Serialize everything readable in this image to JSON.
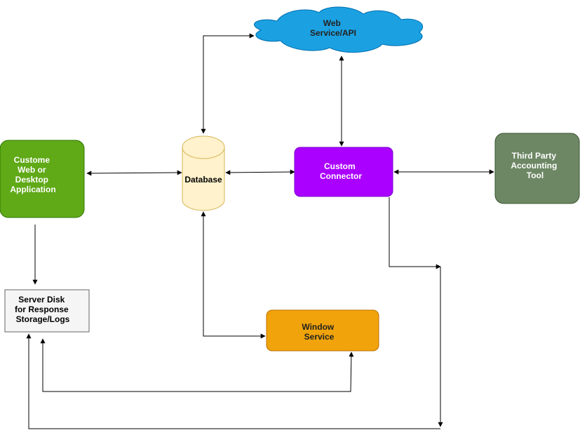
{
  "nodes": {
    "web_service": {
      "lines": [
        "Web",
        "Service/API"
      ],
      "fill": "#1ba1e2",
      "stroke": "#006eaf",
      "text_color": "#222222"
    },
    "custom_app": {
      "lines": [
        "Custome",
        "Web or",
        "Desktop",
        "Application"
      ],
      "fill": "#60a917",
      "stroke": "#2d7600",
      "text_color": "#ffffff"
    },
    "database": {
      "lines": [
        "Database"
      ],
      "fill": "#fff2cc",
      "stroke": "#d6b656",
      "text_color": "#000000"
    },
    "custom_connector": {
      "lines": [
        "Custom",
        "Connector"
      ],
      "fill": "#aa00ff",
      "stroke": "#7700cc",
      "text_color": "#ffffff"
    },
    "third_party": {
      "lines": [
        "Third Party",
        "Accounting",
        "Tool"
      ],
      "fill": "#6d8764",
      "stroke": "#3a5431",
      "text_color": "#ffffff"
    },
    "server_disk": {
      "lines": [
        "Server Disk",
        "for Response",
        "Storage/Logs"
      ],
      "fill": "#f5f5f5",
      "stroke": "#666666",
      "text_color": "#000000"
    },
    "window_service": {
      "lines": [
        "Window",
        "Service"
      ],
      "fill": "#f0a30a",
      "stroke": "#bd7000",
      "text_color": "#222222"
    }
  },
  "edge_color": "#000000"
}
